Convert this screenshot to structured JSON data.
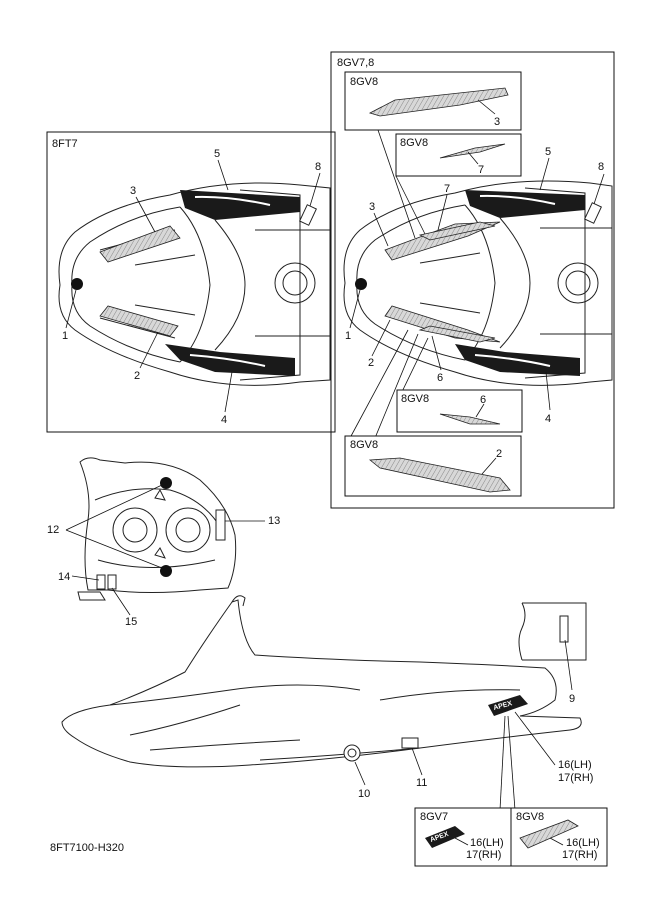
{
  "boxes": {
    "left": "8FT7",
    "right": "8GV7,8",
    "sub_top": "8GV8",
    "sub_mid": "8GV8",
    "sub_low": "8GV8",
    "sub_bottom": "8GV8",
    "bottom_left": "8GV7",
    "bottom_right": "8GV8"
  },
  "callouts": {
    "n1": "1",
    "n2": "2",
    "n3": "3",
    "n4": "4",
    "n5": "5",
    "n6": "6",
    "n7": "7",
    "n8": "8",
    "n9": "9",
    "n10": "10",
    "n11": "11",
    "n12": "12",
    "n13": "13",
    "n14": "14",
    "n15": "15",
    "n16lh": "16(LH)",
    "n17rh": "17(RH)"
  },
  "decal_text": {
    "apex": "APEX"
  },
  "footer": {
    "code": "8FT7100-H320"
  }
}
